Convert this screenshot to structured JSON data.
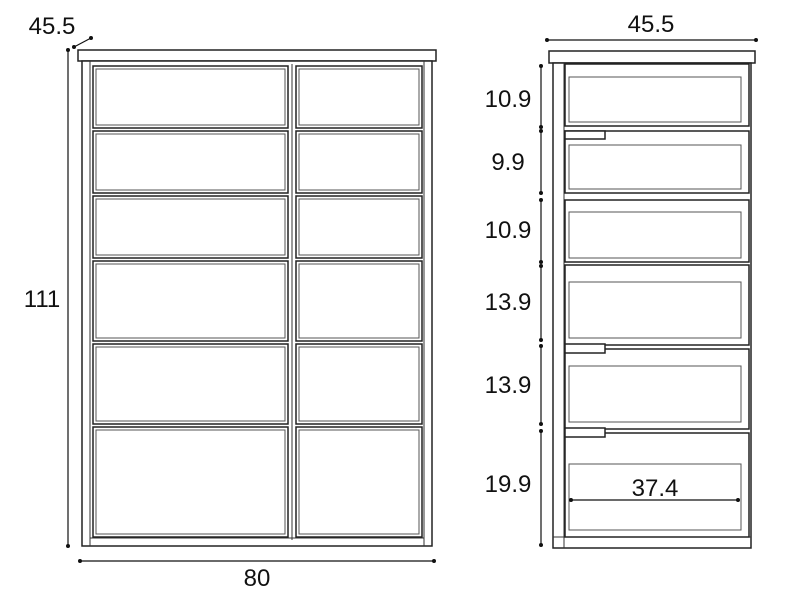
{
  "front_view": {
    "depth_label": "45.5",
    "height_label": "111",
    "width_label": "80"
  },
  "side_view": {
    "depth_label": "45.5",
    "drawer_heights": [
      "10.9",
      "9.9",
      "10.9",
      "13.9",
      "13.9",
      "19.9"
    ],
    "inner_width_label": "37.4"
  },
  "colors": {
    "line": "#222222",
    "background": "#ffffff"
  }
}
